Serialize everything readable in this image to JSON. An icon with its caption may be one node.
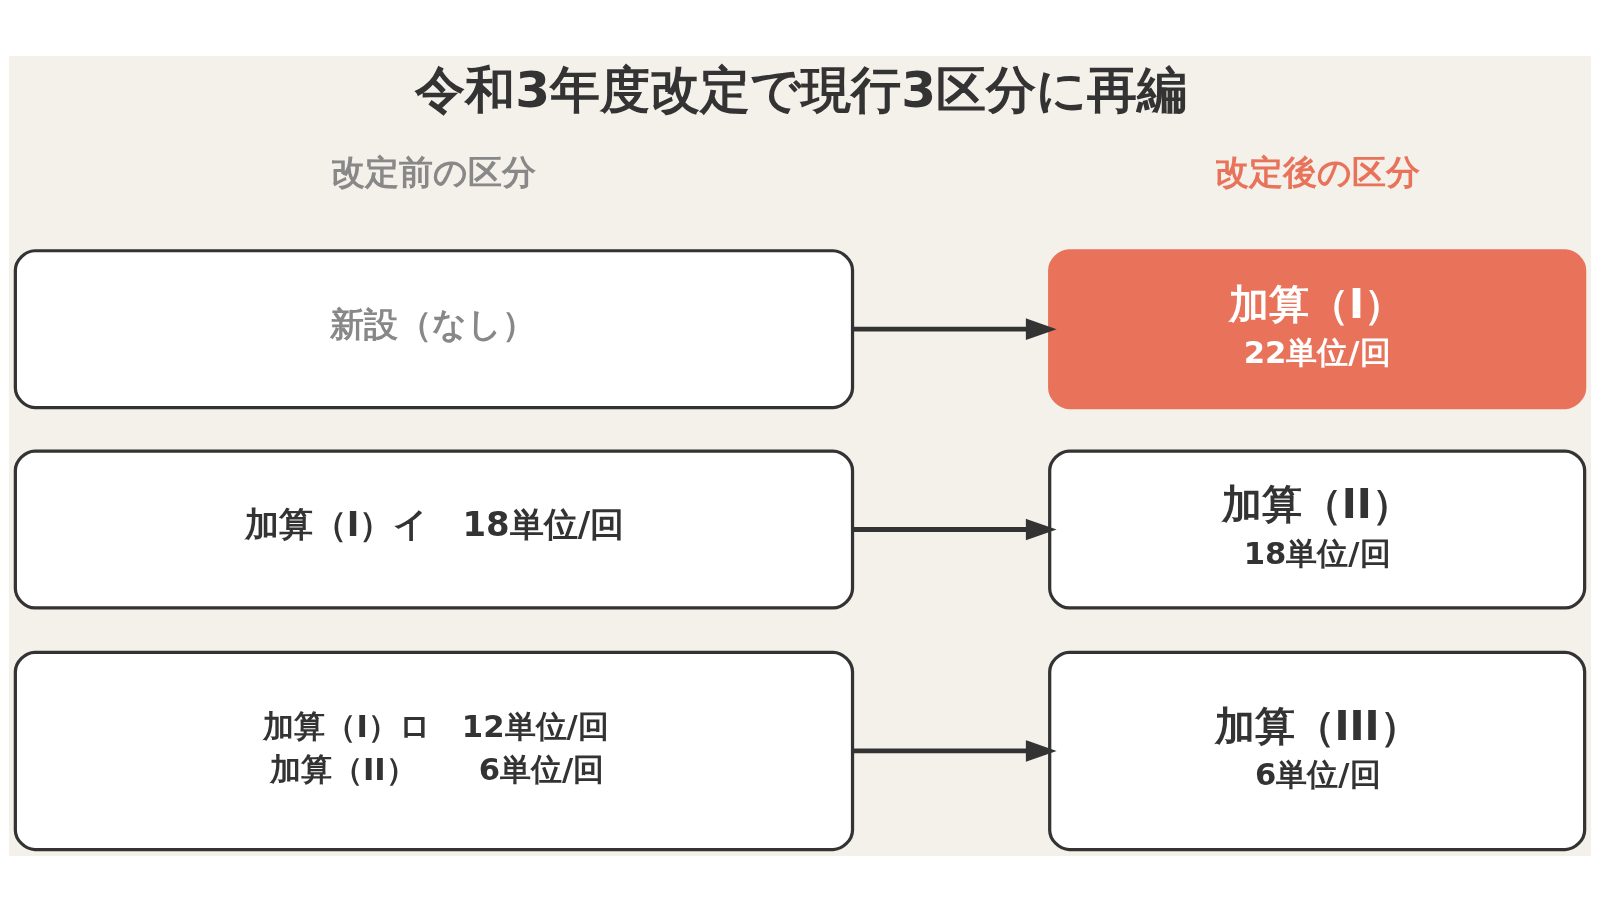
{
  "diagram": {
    "title": "令和3年度改定で現行3区分に再編",
    "nodes": [
      {
        "text": [
          "新設（なし）"
        ]
      },
      {
        "text": [
          "加算（I）",
          "22単位/回"
        ]
      },
      {
        "text": [
          "加算（I）イ　18単位/回"
        ]
      },
      {
        "text": [
          "加算（II）",
          "18単位/回"
        ]
      },
      {
        "text": [
          "加算（I）ロ　12単位/回",
          "加算（II）　　6単位/回"
        ]
      },
      {
        "text": [
          "加算（III）",
          "6単位/回"
        ]
      }
    ],
    "edges": [
      {
        "from": 0,
        "to": 1,
        "arrow": "to"
      },
      {
        "from": 2,
        "to": 3,
        "arrow": "to"
      },
      {
        "from": 4,
        "to": 5,
        "arrow": "to"
      }
    ],
    "labels": [
      "改定前の区分",
      "改定後の区分"
    ]
  }
}
